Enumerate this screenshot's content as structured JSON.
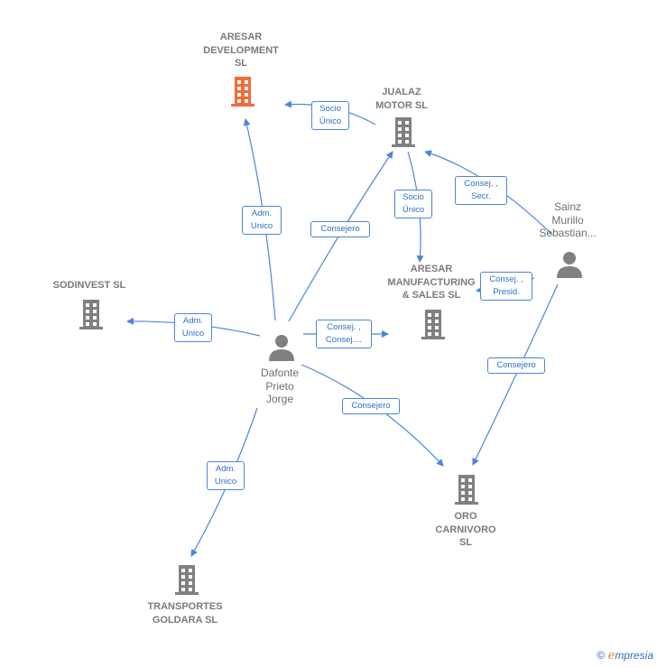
{
  "nodes": {
    "aresar_dev": "ARESAR\nDEVELOPMENT\nSL",
    "jualaz": "JUALAZ\nMOTOR SL",
    "sodinvest": "SODINVEST SL",
    "aresar_mfg": "ARESAR\nMANUFACTURING\n& SALES  SL",
    "oro": "ORO\nCARNIVORO\nSL",
    "transportes": "TRANSPORTES\nGOLDARA  SL",
    "dafonte": "Dafonte\nPrieto\nJorge",
    "sainz": "Sainz\nMurillo\nSebastian..."
  },
  "edge_labels": {
    "socio_unico_1": "Socio\nÚnico",
    "socio_unico_2": "Socio\nÚnico",
    "adm_unico_aresar": "Adm.\nUnico",
    "consejero_jualaz": "Consejero",
    "consej_secr": "Consej. ,\nSecr.",
    "consej_presid": "Consej. ,\nPresid.",
    "adm_unico_sodinvest": "Adm.\nUnico",
    "consej_consej": "Consej. ,\nConsej....",
    "consejero_oro_dafonte": "Consejero",
    "consejero_oro_sainz": "Consejero",
    "adm_unico_transportes": "Adm.\nUnico"
  },
  "colors": {
    "highlight_company": "#f26b3a",
    "company": "#808080",
    "edge": "#4a86d8"
  },
  "footer": {
    "copyright": "©",
    "brand_letter": "e",
    "brand_rest": "mpresia"
  }
}
